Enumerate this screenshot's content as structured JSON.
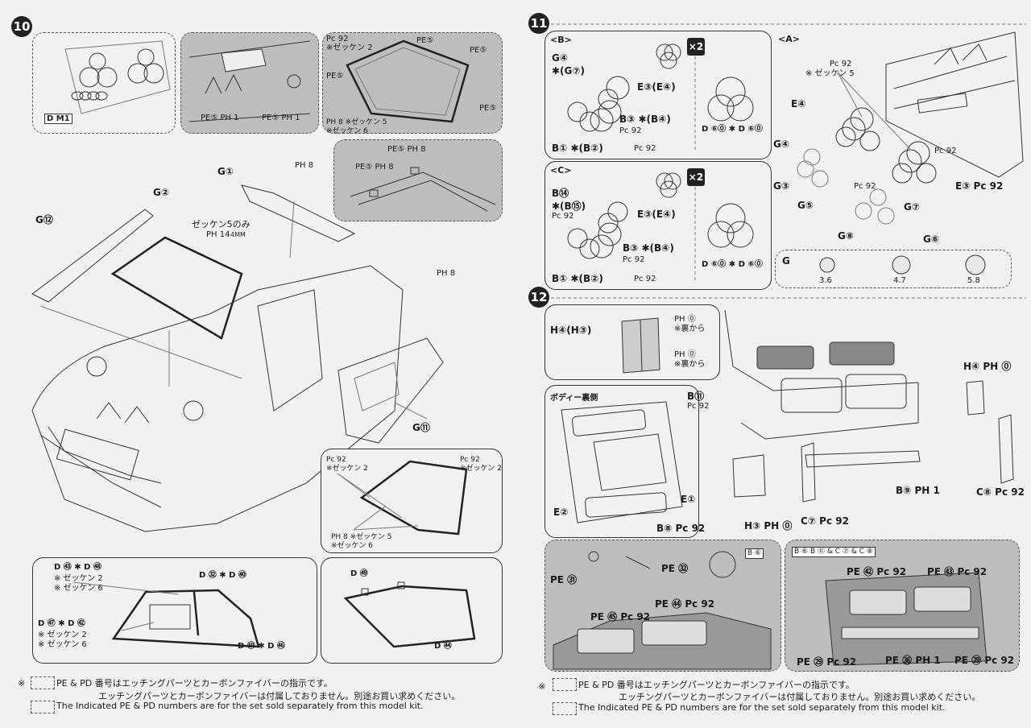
{
  "steps": [
    "10",
    "11",
    "12"
  ],
  "step10": {
    "d_m1": "D M1",
    "pe_labels": [
      "PE⑤",
      "PE⑤",
      "PE⑤",
      "PE⑤"
    ],
    "inset_pc": "Pc 92",
    "inset_zekken2": "※ゼッケン 2",
    "inset_ph_ref": "PH 8 ※ゼッケン 5\n※ゼッケン 6",
    "inset_bottom_left": "PE⑤ PH 1",
    "inset_bottom_mid": "PE⑤ PH 1",
    "rear_inset_top": "PE⑤ PH 8",
    "rear_inset_left": "PE⑤ PH 8",
    "g1": "G①",
    "g2": "G②",
    "g12": "G⑫",
    "g11": "G⑪",
    "ph8_top": "PH 8",
    "ph8_right": "PH 8",
    "zekken5only": "ゼッケン5のみ",
    "ph14": "PH 14",
    "mm4": "4MM",
    "side_win_pc_left": "Pc 92\n※ゼッケン 2",
    "side_win_pc_right": "Pc 92\n※ゼッケン 2",
    "side_win_ph": "PH 8 ※ゼッケン 5\n※ゼッケン 6",
    "win_left_top": "D ㊸ ✱ D ㊽",
    "win_left_notes": "※ ゼッケン 2\n※ ゼッケン 6",
    "win_left_mid": "D ㉜ ✱ D ㊵",
    "win_left_bot": "D ㊼ ✱ D ㊷",
    "win_left_bot_notes": "※ ゼッケン 2\n※ ゼッケン 6",
    "win_left_bot2": "D ㊿ ✱ D ㊻",
    "win_right_top": "D ㊾",
    "win_right_bot": "D ㊹"
  },
  "step11": {
    "sec_b": "<B>",
    "sec_c": "<C>",
    "sec_a": "<A>",
    "x2": "×2",
    "b_labels": [
      "G④",
      "✱(G⑦)",
      "E③(E④)",
      "B③ ✱(B④)",
      "Pc 92",
      "B① ✱(B②)",
      "Pc 92"
    ],
    "c_labels": [
      "B⑭",
      "✱(B⑮)",
      "Pc 92",
      "E③(E④)",
      "B③ ✱(B④)",
      "Pc 92",
      "B① ✱(B②)",
      "Pc 92"
    ],
    "d60_b": "D ⑥⓪ ✱ D ⑥⓪",
    "d60_c": "D ⑥⓪ ✱ D ⑥⓪",
    "a_pc": "Pc 92",
    "a_zekken5": "※ ゼッケン 5",
    "a_labels": [
      "E④",
      "G④",
      "G③",
      "G⑤",
      "Pc 92",
      "G⑦",
      "G⑧",
      "G⑥",
      "E③ Pc 92",
      "Pc 92"
    ],
    "g_scale_label": "G",
    "g_sizes": [
      "3.6",
      "4.7",
      "5.8"
    ]
  },
  "step12": {
    "h4h3": "H④(H③)",
    "ph_ref": "PH ⓪",
    "ura_kara1": "※裏から",
    "ura_kara2": "※裏から",
    "body_ura": "ボディー裏側",
    "b11": "B⑪",
    "pc92": "Pc 92",
    "e2": "E②",
    "e1": "E①",
    "b8": "B⑧ Pc 92",
    "h4_ph": "H④ PH ⓪",
    "b9_ph": "B⑨ PH 1",
    "h3_ph": "H③ PH ⓪",
    "c7_pc": "C⑦ Pc 92",
    "c8_pc": "C⑧ Pc 92",
    "pe31": "PE ㉛",
    "pe32": "PE ㉜",
    "pe55": "PE ㊺ Pc 92",
    "pe54": "PE ㊹ Pc 92",
    "pe52": "PE ㊷ Pc 92",
    "pe53": "PE ㊸ Pc 92",
    "pe29l": "PE ㉙ Pc 92",
    "pe36": "PE ㊱ PH 1",
    "pe29r": "PE ㉙ Pc 92",
    "small_tag_left": "B ⑥",
    "small_tag_right": "B ⑥ B ⑪ & C ⑦ & C ⑧"
  },
  "footer": {
    "marker": "※",
    "line1": "PE & PD 番号はエッチングパーツとカーボンファイバーの指示です。",
    "line2": "エッチングパーツとカーボンファイバーは付属しておりません。別途お買い求めください。",
    "line3": "The Indicated  PE & PD  numbers are for the set sold separately from this model kit."
  }
}
